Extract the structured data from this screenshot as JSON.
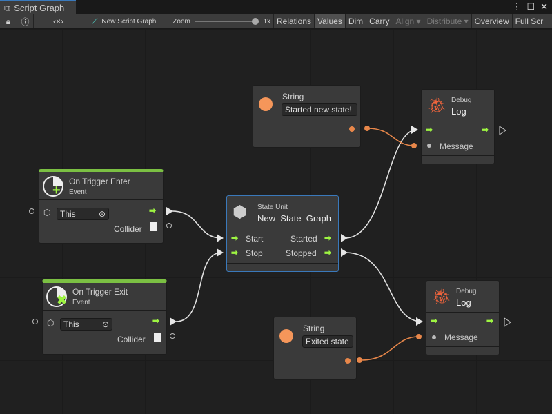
{
  "window": {
    "tab_title": "Script Graph"
  },
  "toolbar": {
    "graph_name": "New Script Graph",
    "zoom_label": "Zoom",
    "zoom_value": "1x",
    "zoom_level": 1.0,
    "buttons": [
      "Relations",
      "Values",
      "Dim",
      "Carry",
      "Align",
      "Distribute",
      "Overview",
      "Full Scr"
    ]
  },
  "nodes": {
    "string1": {
      "title": "String",
      "value": "Started new state!"
    },
    "string2": {
      "title": "String",
      "value": "Exited state"
    },
    "debug1": {
      "category": "Debug",
      "title": "Log",
      "message": "Message"
    },
    "debug2": {
      "category": "Debug",
      "title": "Log",
      "message": "Message"
    },
    "enter": {
      "title": "On Trigger Enter",
      "subtitle": "Event",
      "target": "This",
      "output": "Collider"
    },
    "exit": {
      "title": "On Trigger Exit",
      "subtitle": "Event",
      "target": "This",
      "output": "Collider"
    },
    "state": {
      "category": "State Unit",
      "title": "New  State  Graph",
      "in1": "Start",
      "in2": "Stop",
      "out1": "Started",
      "out2": "Stopped"
    }
  },
  "colors": {
    "control_flow": "#9ef542",
    "string_port": "#f0904a",
    "event_bar": "#7bc043",
    "selection": "#3a79bb"
  }
}
